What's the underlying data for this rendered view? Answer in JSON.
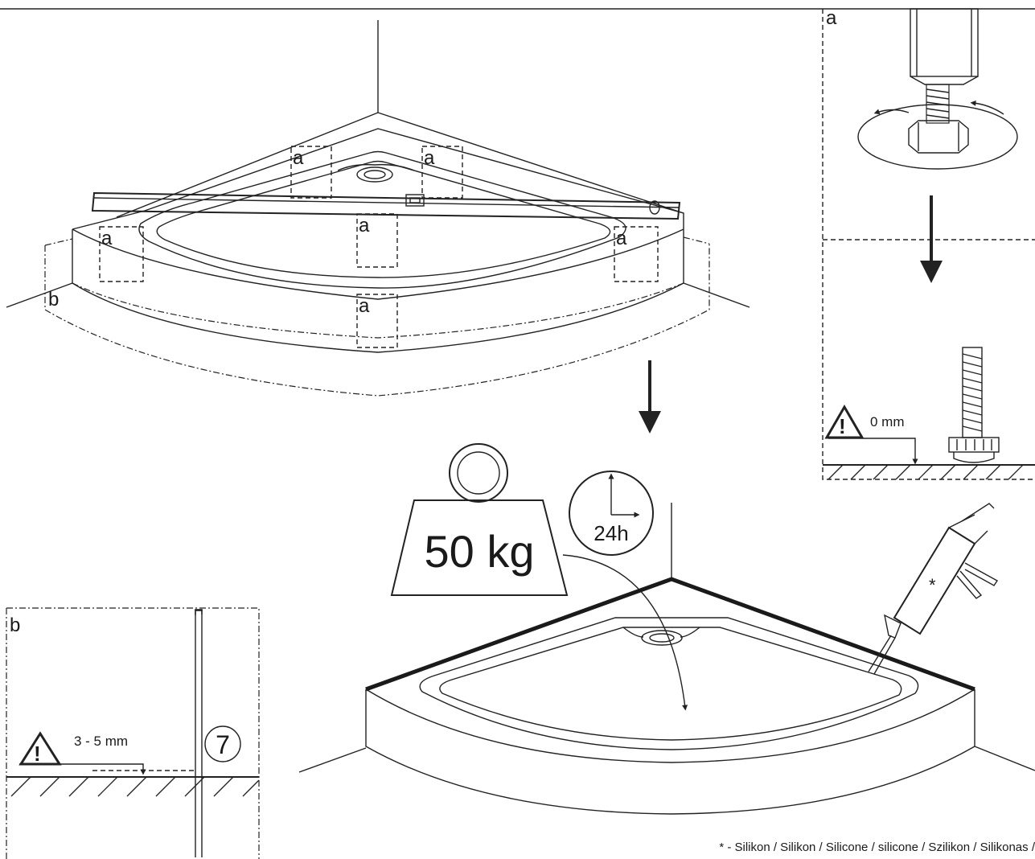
{
  "labels": {
    "a": "a",
    "b": "b"
  },
  "panel_a": {
    "label": "a",
    "clearance": "0 mm"
  },
  "panel_b": {
    "label": "b",
    "clearance": "3 - 5 mm",
    "step_number": "7"
  },
  "weight": {
    "text": "50 kg"
  },
  "timer": {
    "text": "24h"
  },
  "sealant": {
    "marker": "*",
    "footnote": "* - Silikon / Silikon / Silicone / silicone / Szilikon / Silikonas /"
  },
  "icons": [
    "warning-icon",
    "clock-icon",
    "weight-icon",
    "arrow-down-icon",
    "silicone-gun-icon",
    "level-tool-icon",
    "adjustable-foot-icon"
  ]
}
